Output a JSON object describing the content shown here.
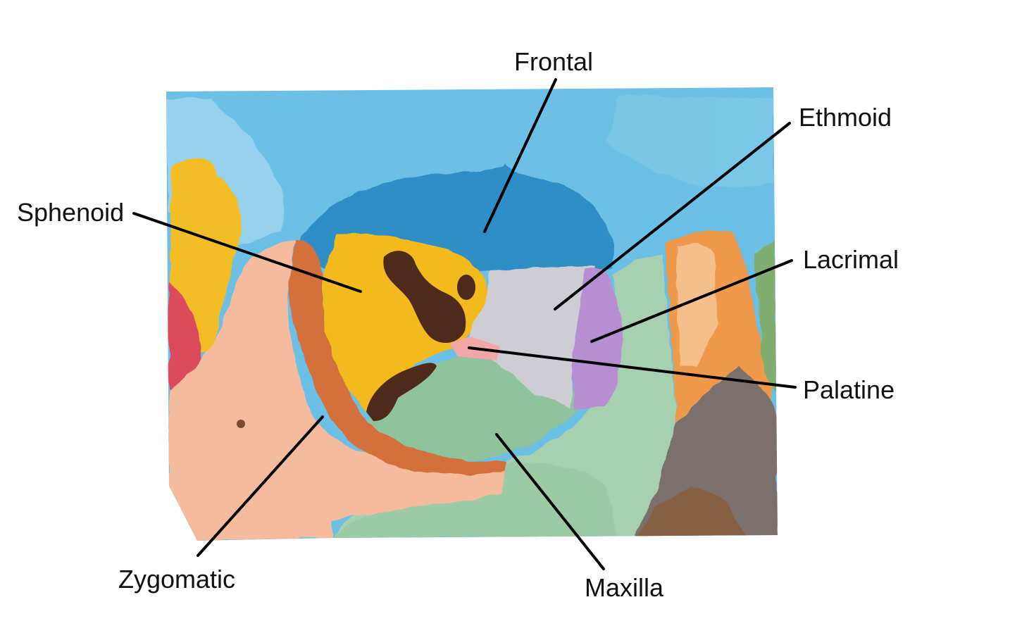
{
  "diagram": {
    "labels": {
      "frontal": "Frontal",
      "ethmoid": "Ethmoid",
      "sphenoid": "Sphenoid",
      "lacrimal": "Lacrimal",
      "palatine": "Palatine",
      "zygomatic": "Zygomatic",
      "maxilla": "Maxilla"
    },
    "colors": {
      "frontal": "#3fa7d6",
      "frontal_deep": "#2d86c0",
      "sphenoid": "#f1b81e",
      "sphenoid_dark": "#5a2f1c",
      "ethmoid": "#c9c9cf",
      "lacrimal": "#b48ccf",
      "palatine": "#f0a6a6",
      "zygomatic": "#f2b596",
      "zygomatic_dark": "#d9733f",
      "maxilla": "#9cc9a6",
      "nasal": "#ef9b4a",
      "shadow": "#7a6f6a",
      "red_region": "#e0505c"
    }
  }
}
